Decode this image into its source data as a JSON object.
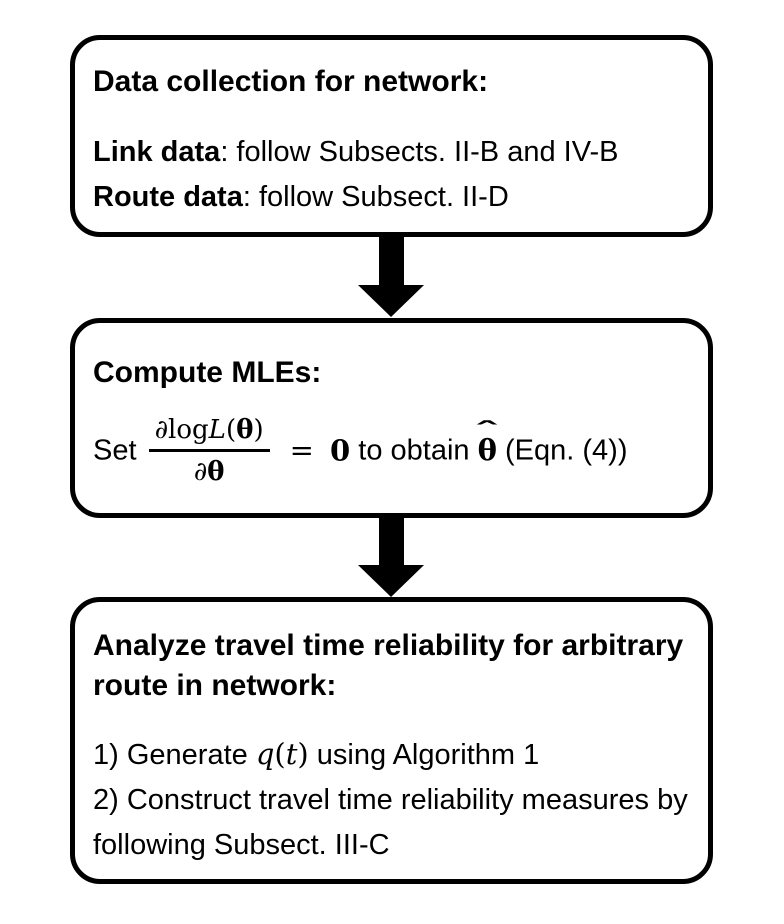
{
  "canvas": {
    "background_color": "#ffffff",
    "ink_color": "#000000"
  },
  "box1": {
    "title": "Data collection for network:",
    "line1_bold": "Link data",
    "line1_rest": ": follow Subsects. II-B and IV-B",
    "line2_bold": "Route data",
    "line2_rest": ": follow Subsect. II-D"
  },
  "box2": {
    "title": "Compute MLEs:",
    "eq_prefix": "Set",
    "eq_num_partial": "∂",
    "eq_num_log": "log",
    "eq_num_L": "L",
    "eq_num_open": "(",
    "eq_num_theta": "θ",
    "eq_num_close": ")",
    "eq_den_partial": "∂",
    "eq_den_theta": "θ",
    "eq_equals": "=",
    "eq_zero": "0",
    "eq_mid": "to obtain",
    "eq_hat": "ˆ",
    "eq_theta_hat": "θ",
    "eq_suffix": "(Eqn. (4))"
  },
  "box3": {
    "title": "Analyze travel time reliability for arbitrary route in network:",
    "step1_pre": "1) Generate",
    "step1_q": "q",
    "step1_open": "(",
    "step1_t": "t",
    "step1_close": ")",
    "step1_post": "using Algorithm 1",
    "step2": "2) Construct travel time reliability measures by following Subsect. III-C"
  },
  "arrows": {
    "direction": "down",
    "count": 2,
    "color": "#000000"
  }
}
